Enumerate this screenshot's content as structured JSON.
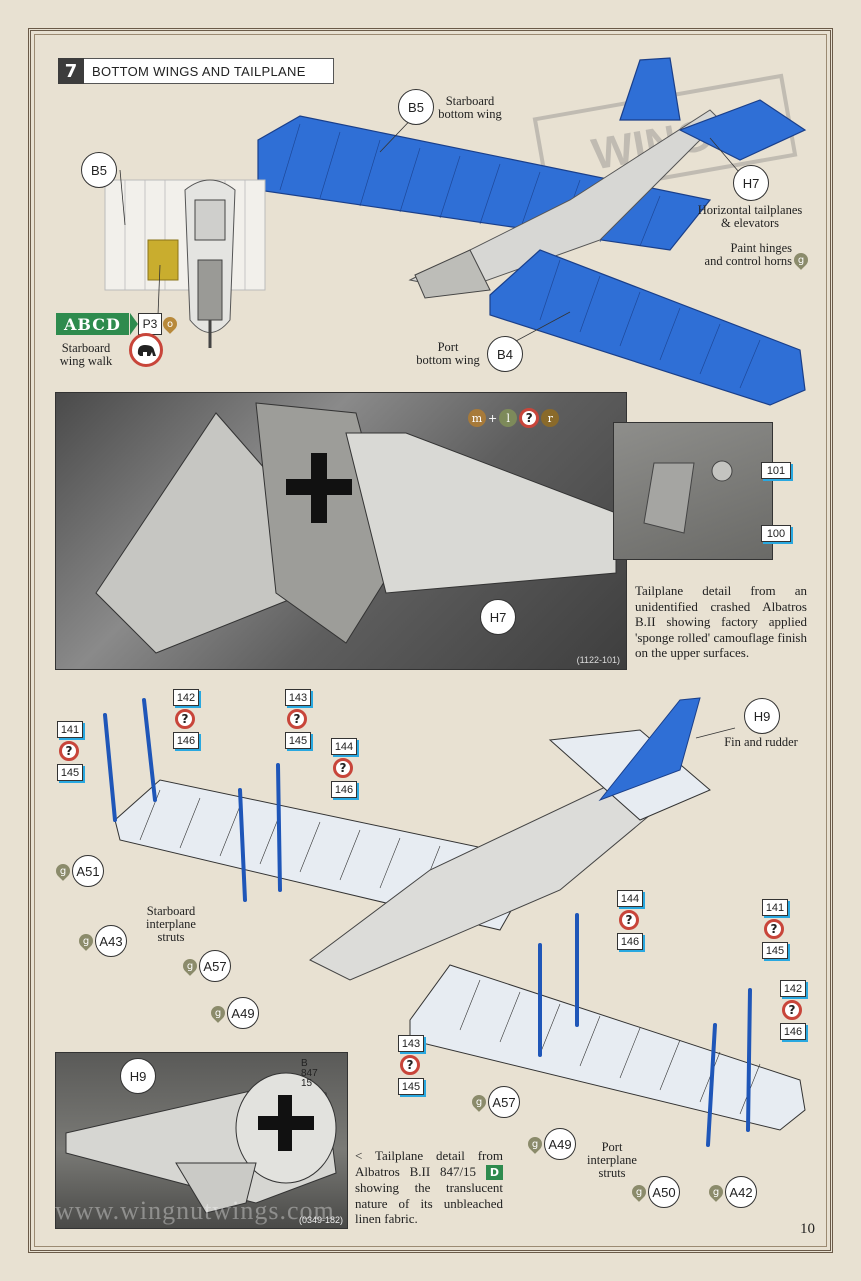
{
  "step": {
    "number": "7",
    "title": "BOTTOM WINGS AND TAILPLANE"
  },
  "top": {
    "b5_small": "B5",
    "b5_main": "B5",
    "starboard_bottom_wing": "Starboard\nbottom wing",
    "h7": "H7",
    "horizontal_tailplanes": "Horizontal tailplanes\n& elevators",
    "paint_hinges": "Paint hinges\nand control horns",
    "paint_hinges_color": "g",
    "port_bottom_wing": "Port\nbottom wing",
    "b4": "B4",
    "abcd": "ABCD",
    "p3": "P3",
    "p3_color": "o",
    "starboard_wing_walk": "Starboard\nwing walk"
  },
  "photo1": {
    "colors": [
      "m",
      "+",
      "l",
      "?",
      "r"
    ],
    "h7": "H7",
    "photo_id": "(1122-101)"
  },
  "detail": {
    "c101": "101",
    "c100": "100"
  },
  "caption1": "Tailplane detail from an unidentified crashed Albatros B.II showing factory applied 'sponge rolled' camouflage finish on the upper surfaces.",
  "bottom": {
    "h9": "H9",
    "fin_and_rudder": "Fin and rudder",
    "starboard_interplane_struts": "Starboard\ninterplane\nstruts",
    "port_interplane_struts": "Port\ninterplane\nstruts",
    "groups": [
      {
        "top": "141",
        "mid": "?",
        "bot": "145"
      },
      {
        "top": "142",
        "mid": "?",
        "bot": "146"
      },
      {
        "top": "143",
        "mid": "?",
        "bot": "145"
      },
      {
        "top": "144",
        "mid": "?",
        "bot": "146"
      },
      {
        "top": "144",
        "mid": "?",
        "bot": "146"
      },
      {
        "top": "141",
        "mid": "?",
        "bot": "145"
      },
      {
        "top": "142",
        "mid": "?",
        "bot": "146"
      },
      {
        "top": "143",
        "mid": "?",
        "bot": "145"
      }
    ],
    "pins": [
      "A51",
      "A43",
      "A57",
      "A49",
      "A57",
      "A49",
      "A50",
      "A42"
    ],
    "pin_color": "g"
  },
  "photo2": {
    "h9": "H9",
    "marking": "B\n847\n15",
    "photo_id": "(0349-182)"
  },
  "caption2_pre": "< Tailplane detail from Albatros B.II 847/15",
  "caption2_badge": "D",
  "caption2_post": "showing the translucent nature of its unbleached linen fabric.",
  "watermark": "www.wingnutwings.com",
  "page_number": "10",
  "colors": {
    "accent_blue": "#2f6fd6",
    "strut_blue": "#1f56b8",
    "red_ring": "#c8453a",
    "green_badge": "#2e8b4e",
    "drop": "#8b8b6b"
  }
}
